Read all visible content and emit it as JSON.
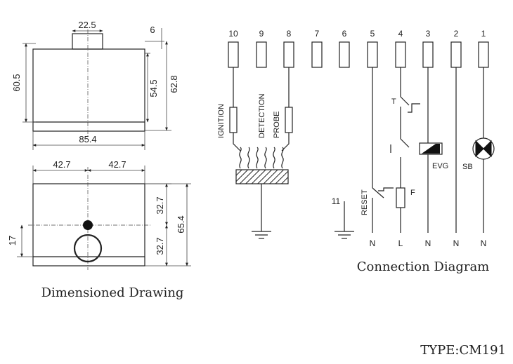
{
  "dims": {
    "top_tab_width": "22.5",
    "top_tab_height": "6",
    "left_height": "60.5",
    "inner_height": "54.5",
    "outer_height": "62.8",
    "width": "85.4",
    "half_left": "42.7",
    "half_right": "42.7",
    "offset": "17",
    "upper_half": "32.7",
    "lower_half": "32.7",
    "total_height": "65.4"
  },
  "terminals": [
    "10",
    "9",
    "8",
    "7",
    "6",
    "5",
    "4",
    "3",
    "2",
    "1"
  ],
  "labels": {
    "ignition": "IGNITION",
    "detection": "DETECTION",
    "probe": "PROBE",
    "reset": "RESET",
    "t": "T",
    "f": "F",
    "evg": "EVG",
    "sb": "SB",
    "t11": "11"
  },
  "bottom": [
    "N",
    "L",
    "N",
    "N",
    "N"
  ],
  "captions": {
    "drawing": "Dimensioned Drawing",
    "connection": "Connection Diagram",
    "type": "TYPE:CM191"
  }
}
